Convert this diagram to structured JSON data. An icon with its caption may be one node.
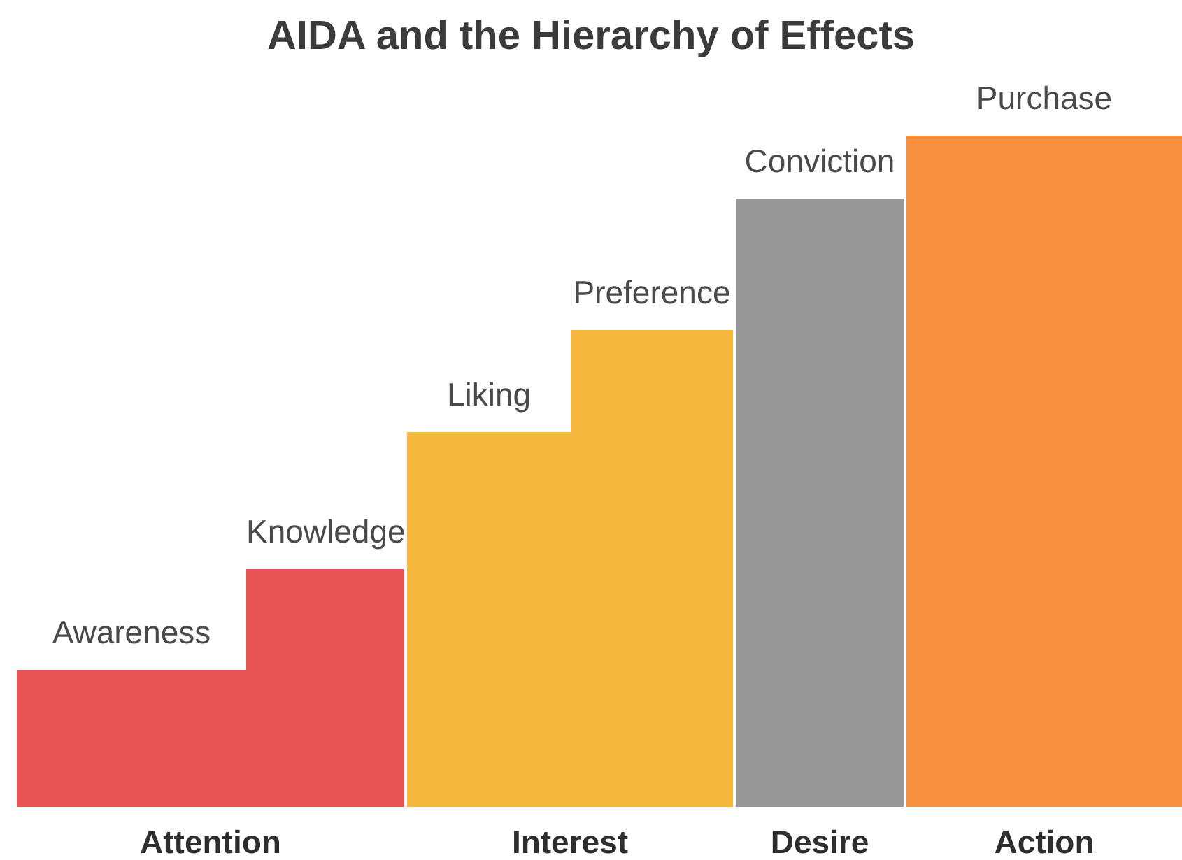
{
  "diagram": {
    "title": "AIDA and the Hierarchy of Effects",
    "nodes": [
      {
        "text": [
          "Attention"
        ]
      },
      {
        "text": [
          "Awareness"
        ],
        "in": 0
      },
      {
        "text": [
          "Knowledge"
        ],
        "in": 0
      },
      {
        "text": [
          "Interest"
        ]
      },
      {
        "text": [
          "Liking"
        ],
        "in": 3
      },
      {
        "text": [
          "Preference"
        ],
        "in": 3
      },
      {
        "text": [
          "Desire"
        ]
      },
      {
        "text": [
          "Conviction"
        ],
        "in": 6
      },
      {
        "text": [
          "Action"
        ]
      },
      {
        "text": [
          "Purchase"
        ],
        "in": 8
      }
    ]
  }
}
